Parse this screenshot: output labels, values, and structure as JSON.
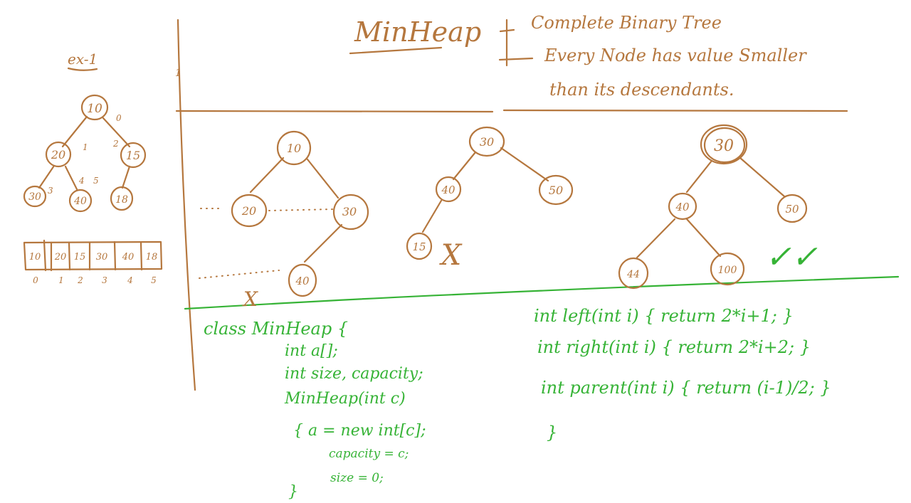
{
  "colors": {
    "brown_ink": "#b5773e",
    "green_ink": "#36b336",
    "background": "#ffffff"
  },
  "example": {
    "label": "ex-1",
    "tree": {
      "root": "10",
      "left": "20",
      "right": "15",
      "left_left": "30",
      "left_right": "40",
      "right_left": "18"
    },
    "edge_indices": {
      "root": "0",
      "to_left": "1",
      "to_right": "2",
      "left_left": "3",
      "left_right": "4",
      "right_left": "5"
    },
    "array_values": [
      "10",
      "20",
      "15",
      "30",
      "40",
      "18"
    ],
    "array_indices": [
      "0",
      "1",
      "2",
      "3",
      "4",
      "5"
    ]
  },
  "section_number": "1",
  "title": "MinHeap",
  "properties": {
    "line1": "Complete Binary Tree",
    "line2": "Every Node has value Smaller",
    "line3": "than its descendants."
  },
  "examples": {
    "tree_a": {
      "root": "10",
      "left": "20",
      "right": "30",
      "right_left": "40",
      "mark": "X"
    },
    "tree_b": {
      "root": "30",
      "left": "40",
      "right": "50",
      "left_left": "15",
      "mark": "X"
    },
    "tree_c": {
      "root": "30",
      "left": "40",
      "right": "50",
      "left_left": "44",
      "left_right": "100",
      "mark": "✓✓"
    }
  },
  "code": {
    "class": [
      "class MinHeap {",
      "int a[];",
      "int size, capacity;",
      "MinHeap(int c)",
      "{    a = new int[c];",
      "capacity = c;",
      "size = 0;",
      "}"
    ],
    "methods": [
      "int left(int i) { return 2*i+1; }",
      "int right(int i) { return 2*i+2; }",
      "int parent(int i) { return (i-1)/2; }",
      "}"
    ]
  }
}
